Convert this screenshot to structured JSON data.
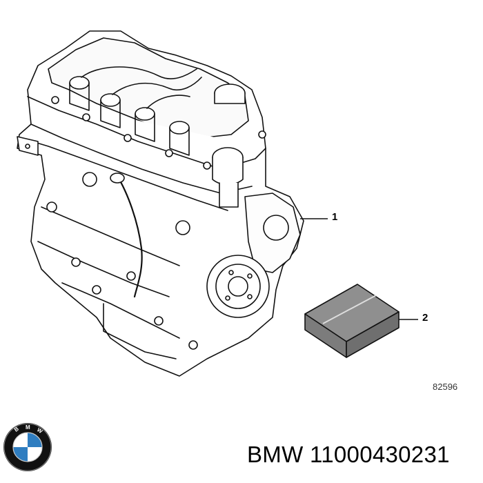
{
  "callouts": [
    {
      "id": "1",
      "label": "1"
    },
    {
      "id": "2",
      "label": "2"
    }
  ],
  "diagram_number": "82596",
  "caption": {
    "brand": "BMW",
    "part_number": "11000430231"
  },
  "logo": {
    "lettering": "BMW",
    "colors": {
      "ring": "#111111",
      "blue": "#2f7dc0",
      "white": "#ffffff"
    }
  },
  "icons": [
    "engine-illustration",
    "parts-box-illustration",
    "bmw-logo-icon"
  ]
}
